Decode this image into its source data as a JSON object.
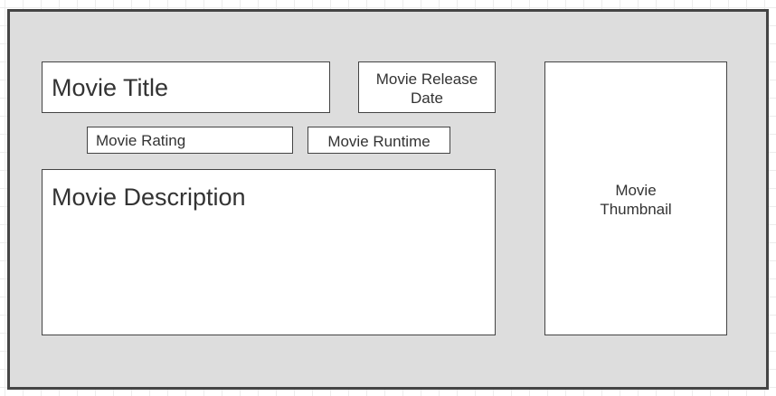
{
  "wireframe": {
    "title_field": "Movie Title",
    "release_date_field": "Movie Release Date",
    "rating_field": "Movie Rating",
    "runtime_field": "Movie Runtime",
    "description_field": "Movie Description",
    "thumbnail_field": "Movie Thumbnail"
  },
  "colors": {
    "card_background": "#dddddd",
    "card_border": "#444444",
    "field_background": "#ffffff",
    "text": "#333333",
    "grid_lines": "#ececec"
  }
}
